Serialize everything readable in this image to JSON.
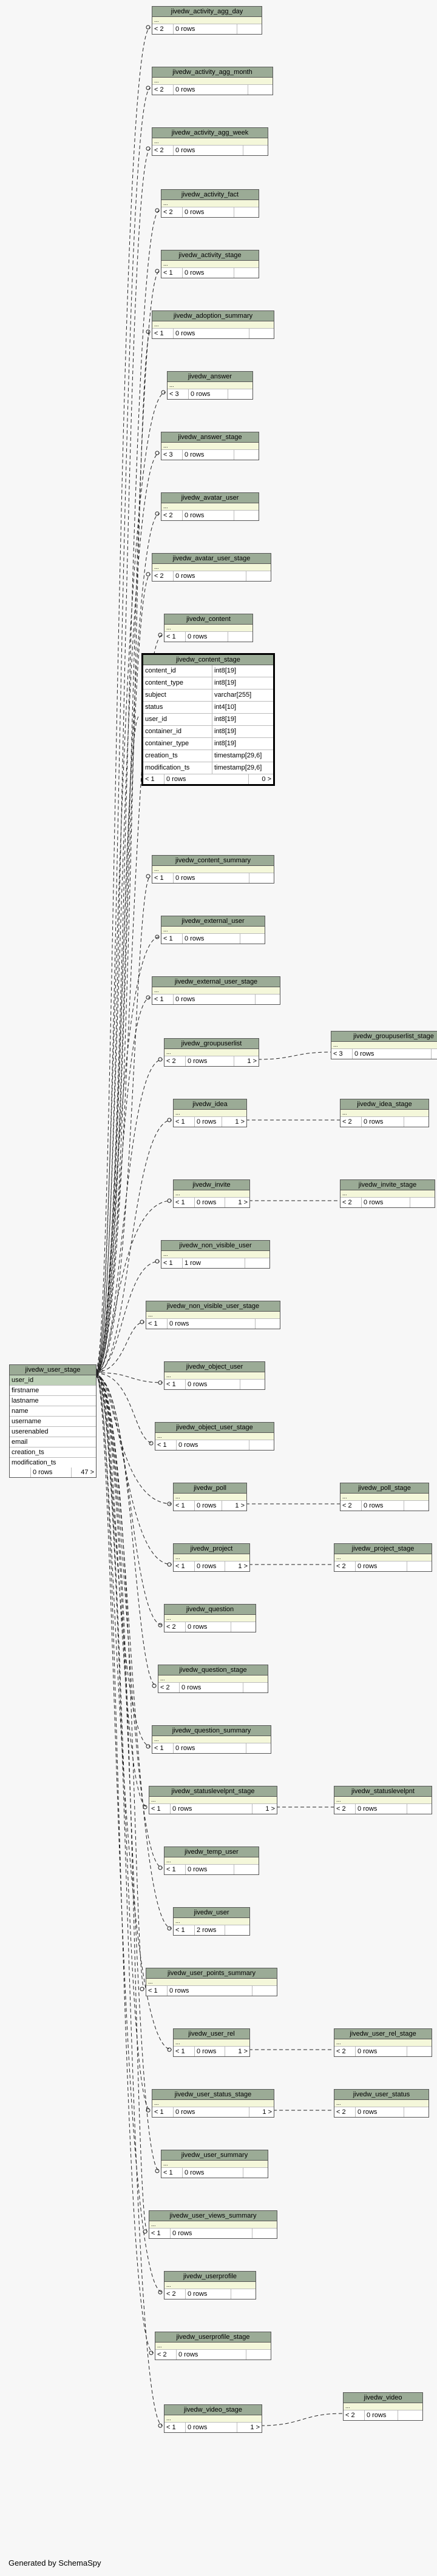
{
  "footer": "Generated by SchemaSpy",
  "focus": {
    "name": "jivedw_content_stage",
    "columns": [
      {
        "name": "content_id",
        "type": "int8[19]"
      },
      {
        "name": "content_type",
        "type": "int8[19]"
      },
      {
        "name": "subject",
        "type": "varchar[255]"
      },
      {
        "name": "status",
        "type": "int4[10]"
      },
      {
        "name": "user_id",
        "type": "int8[19]"
      },
      {
        "name": "container_id",
        "type": "int8[19]"
      },
      {
        "name": "container_type",
        "type": "int8[19]"
      },
      {
        "name": "creation_ts",
        "type": "timestamp[29,6]"
      },
      {
        "name": "modification_ts",
        "type": "timestamp[29,6]"
      }
    ],
    "footer": {
      "parents": "< 1",
      "rows": "0 rows",
      "children": "0 >"
    }
  },
  "user_stage": {
    "name": "jivedw_user_stage",
    "columns": [
      "user_id",
      "firstname",
      "lastname",
      "name",
      "username",
      "userenabled",
      "email",
      "creation_ts",
      "modification_ts"
    ],
    "footer": {
      "parents": "",
      "rows": "0 rows",
      "children": "47 >"
    }
  },
  "tables": [
    {
      "name": "jivedw_activity_agg_day",
      "ellipsis": "...",
      "parents": "< 2",
      "rows": "0 rows",
      "children": ""
    },
    {
      "name": "jivedw_activity_agg_month",
      "ellipsis": "...",
      "parents": "< 2",
      "rows": "0 rows",
      "children": ""
    },
    {
      "name": "jivedw_activity_agg_week",
      "ellipsis": "...",
      "parents": "< 2",
      "rows": "0 rows",
      "children": ""
    },
    {
      "name": "jivedw_activity_fact",
      "ellipsis": "...",
      "parents": "< 2",
      "rows": "0 rows",
      "children": ""
    },
    {
      "name": "jivedw_activity_stage",
      "ellipsis": "...",
      "parents": "< 1",
      "rows": "0 rows",
      "children": ""
    },
    {
      "name": "jivedw_adoption_summary",
      "ellipsis": "...",
      "parents": "< 1",
      "rows": "0 rows",
      "children": ""
    },
    {
      "name": "jivedw_answer",
      "ellipsis": "...",
      "parents": "< 3",
      "rows": "0 rows",
      "children": ""
    },
    {
      "name": "jivedw_answer_stage",
      "ellipsis": "...",
      "parents": "< 3",
      "rows": "0 rows",
      "children": ""
    },
    {
      "name": "jivedw_avatar_user",
      "ellipsis": "...",
      "parents": "< 2",
      "rows": "0 rows",
      "children": ""
    },
    {
      "name": "jivedw_avatar_user_stage",
      "ellipsis": "...",
      "parents": "< 2",
      "rows": "0 rows",
      "children": ""
    },
    {
      "name": "jivedw_content",
      "ellipsis": "...",
      "parents": "< 1",
      "rows": "0 rows",
      "children": ""
    },
    {
      "name": "jivedw_content_summary",
      "ellipsis": "...",
      "parents": "< 1",
      "rows": "0 rows",
      "children": ""
    },
    {
      "name": "jivedw_external_user",
      "ellipsis": "...",
      "parents": "< 1",
      "rows": "0 rows",
      "children": ""
    },
    {
      "name": "jivedw_external_user_stage",
      "ellipsis": "...",
      "parents": "< 1",
      "rows": "0 rows",
      "children": ""
    },
    {
      "name": "jivedw_groupuserlist",
      "ellipsis": "...",
      "parents": "< 2",
      "rows": "0 rows",
      "children": "1 >"
    },
    {
      "name": "jivedw_groupuserlist_stage",
      "ellipsis": "...",
      "parents": "< 3",
      "rows": "0 rows",
      "children": ""
    },
    {
      "name": "jivedw_idea",
      "ellipsis": "...",
      "parents": "< 1",
      "rows": "0 rows",
      "children": "1 >"
    },
    {
      "name": "jivedw_idea_stage",
      "ellipsis": "...",
      "parents": "< 2",
      "rows": "0 rows",
      "children": ""
    },
    {
      "name": "jivedw_invite",
      "ellipsis": "...",
      "parents": "< 1",
      "rows": "0 rows",
      "children": "1 >"
    },
    {
      "name": "jivedw_invite_stage",
      "ellipsis": "...",
      "parents": "< 2",
      "rows": "0 rows",
      "children": ""
    },
    {
      "name": "jivedw_non_visible_user",
      "ellipsis": "...",
      "parents": "< 1",
      "rows": "1 row",
      "children": ""
    },
    {
      "name": "jivedw_non_visible_user_stage",
      "ellipsis": "...",
      "parents": "< 1",
      "rows": "0 rows",
      "children": ""
    },
    {
      "name": "jivedw_object_user",
      "ellipsis": "...",
      "parents": "< 1",
      "rows": "0 rows",
      "children": ""
    },
    {
      "name": "jivedw_object_user_stage",
      "ellipsis": "...",
      "parents": "< 1",
      "rows": "0 rows",
      "children": ""
    },
    {
      "name": "jivedw_poll",
      "ellipsis": "...",
      "parents": "< 1",
      "rows": "0 rows",
      "children": "1 >"
    },
    {
      "name": "jivedw_poll_stage",
      "ellipsis": "...",
      "parents": "< 2",
      "rows": "0 rows",
      "children": ""
    },
    {
      "name": "jivedw_project",
      "ellipsis": "...",
      "parents": "< 1",
      "rows": "0 rows",
      "children": "1 >"
    },
    {
      "name": "jivedw_project_stage",
      "ellipsis": "...",
      "parents": "< 2",
      "rows": "0 rows",
      "children": ""
    },
    {
      "name": "jivedw_question",
      "ellipsis": "...",
      "parents": "< 2",
      "rows": "0 rows",
      "children": ""
    },
    {
      "name": "jivedw_question_stage",
      "ellipsis": "...",
      "parents": "< 2",
      "rows": "0 rows",
      "children": ""
    },
    {
      "name": "jivedw_question_summary",
      "ellipsis": "...",
      "parents": "< 1",
      "rows": "0 rows",
      "children": ""
    },
    {
      "name": "jivedw_statuslevelpnt_stage",
      "ellipsis": "...",
      "parents": "< 1",
      "rows": "0 rows",
      "children": "1 >"
    },
    {
      "name": "jivedw_statuslevelpnt",
      "ellipsis": "...",
      "parents": "< 2",
      "rows": "0 rows",
      "children": ""
    },
    {
      "name": "jivedw_temp_user",
      "ellipsis": "...",
      "parents": "< 1",
      "rows": "0 rows",
      "children": ""
    },
    {
      "name": "jivedw_user",
      "ellipsis": "...",
      "parents": "< 1",
      "rows": "2 rows",
      "children": ""
    },
    {
      "name": "jivedw_user_points_summary",
      "ellipsis": "...",
      "parents": "< 1",
      "rows": "0 rows",
      "children": ""
    },
    {
      "name": "jivedw_user_rel",
      "ellipsis": "...",
      "parents": "< 1",
      "rows": "0 rows",
      "children": "1 >"
    },
    {
      "name": "jivedw_user_rel_stage",
      "ellipsis": "...",
      "parents": "< 2",
      "rows": "0 rows",
      "children": ""
    },
    {
      "name": "jivedw_user_status_stage",
      "ellipsis": "...",
      "parents": "< 1",
      "rows": "0 rows",
      "children": "1 >"
    },
    {
      "name": "jivedw_user_status",
      "ellipsis": "...",
      "parents": "< 2",
      "rows": "0 rows",
      "children": ""
    },
    {
      "name": "jivedw_user_summary",
      "ellipsis": "...",
      "parents": "< 1",
      "rows": "0 rows",
      "children": ""
    },
    {
      "name": "jivedw_user_views_summary",
      "ellipsis": "...",
      "parents": "< 1",
      "rows": "0 rows",
      "children": ""
    },
    {
      "name": "jivedw_userprofile",
      "ellipsis": "...",
      "parents": "< 2",
      "rows": "0 rows",
      "children": ""
    },
    {
      "name": "jivedw_userprofile_stage",
      "ellipsis": "...",
      "parents": "< 2",
      "rows": "0 rows",
      "children": ""
    },
    {
      "name": "jivedw_video",
      "ellipsis": "...",
      "parents": "< 2",
      "rows": "0 rows",
      "children": ""
    },
    {
      "name": "jivedw_video_stage",
      "ellipsis": "...",
      "parents": "< 1",
      "rows": "0 rows",
      "children": "1 >"
    }
  ],
  "colors": {
    "header": "#9bab96",
    "pk": "#bed1b8",
    "ellipsis": "#f4f7da",
    "background": "#f7f7f7",
    "line": "#222222"
  }
}
